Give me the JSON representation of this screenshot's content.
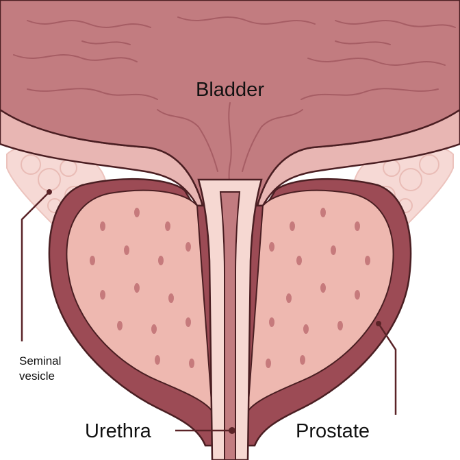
{
  "labels": {
    "bladder": "Bladder",
    "seminal_vesicle_line1": "Seminal",
    "seminal_vesicle_line2": "vesicle",
    "urethra": "Urethra",
    "prostate": "Prostate"
  },
  "colors": {
    "bladder_fill": "#c27c80",
    "bladder_wrinkle": "#a65d64",
    "bladder_wall": "#e8b6b3",
    "outline": "#4a1e22",
    "prostate_capsule": "#9c4b55",
    "prostate_lobe": "#eeb8b0",
    "prostate_dot": "#c67a7c",
    "urethra_wall": "#f6d8d2",
    "urethra_lumen": "#c27c80",
    "seminal_vesicle": "#f6d9d5",
    "leader_line": "#5a2327"
  }
}
